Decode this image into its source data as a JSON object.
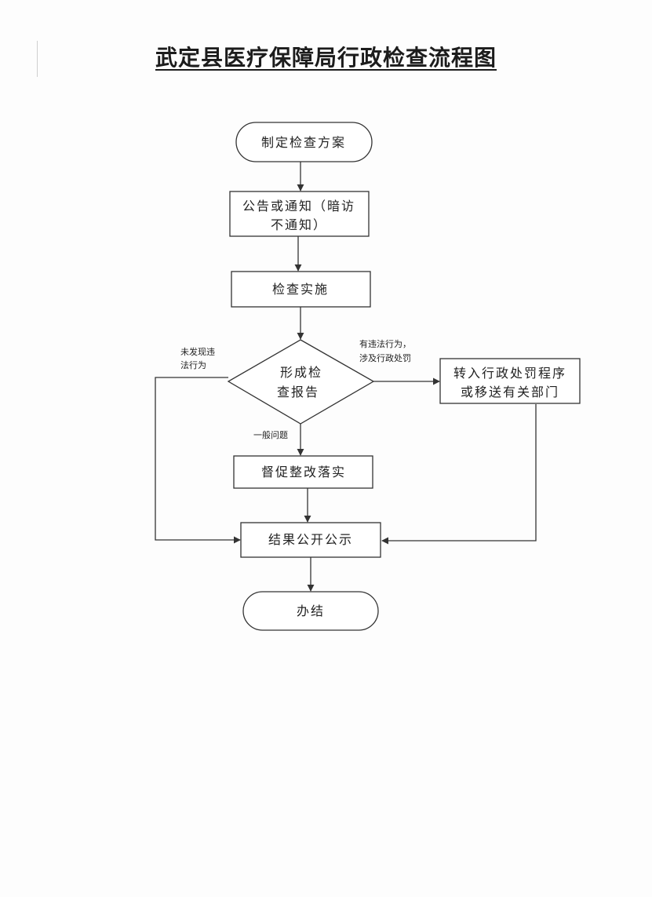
{
  "title": "武定县医疗保障局行政检查流程图",
  "nodes": {
    "start": "制定检查方案",
    "notice_line1": "公告或通知（暗访",
    "notice_line2": "不通知）",
    "implement": "检查实施",
    "report_line1": "形成检",
    "report_line2": "查报告",
    "transfer_line1": "转入行政处罚程序",
    "transfer_line2": "或移送有关部门",
    "rectify": "督促整改落实",
    "publicize": "结果公开公示",
    "end": "办结"
  },
  "edges": {
    "no_violation_line1": "未发现违",
    "no_violation_line2": "法行为",
    "violation_line1": "有违法行为，",
    "violation_line2": "涉及行政处罚",
    "general": "一般问题"
  },
  "colors": {
    "line": "#333333",
    "text": "#222222"
  }
}
